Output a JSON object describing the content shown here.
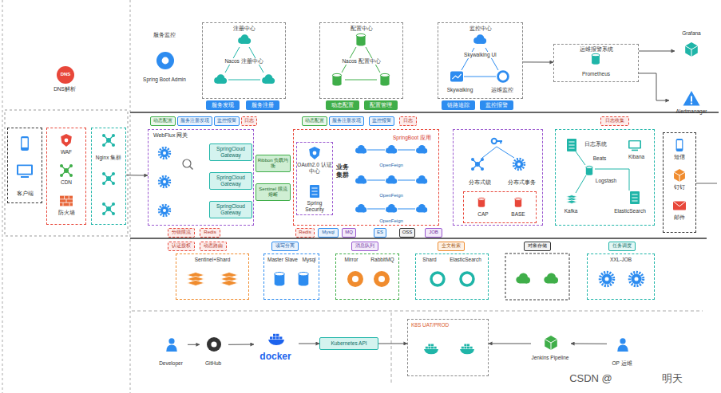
{
  "diagram": {
    "nodes": [
      {
        "text": [
          "DNS解析"
        ]
      },
      {
        "text": [
          "客户端"
        ]
      },
      {
        "text": [
          "WAF",
          "CDN",
          "防火墙"
        ]
      },
      {
        "text": [
          "Nginx 集群"
        ]
      },
      {
        "text": [
          "服务监控",
          "Spring Boot Admin"
        ]
      },
      {
        "text": [
          "注册中心",
          "Nacos 注册中心"
        ]
      },
      {
        "text": [
          "服务发现"
        ]
      },
      {
        "text": [
          "服务注册"
        ]
      },
      {
        "text": [
          "配置中心",
          "Nacos 配置中心"
        ]
      },
      {
        "text": [
          "动态配置"
        ]
      },
      {
        "text": [
          "配置管理"
        ]
      },
      {
        "text": [
          "监控中心",
          "Skywalking UI",
          "Skywalking",
          "运维监控"
        ]
      },
      {
        "text": [
          "链路追踪"
        ]
      },
      {
        "text": [
          "监控报警"
        ]
      },
      {
        "text": [
          "运维报警系统",
          "Prometheus"
        ]
      },
      {
        "text": [
          "Grafana"
        ]
      },
      {
        "text": [
          "Alertmanager"
        ]
      },
      {
        "text": [
          "动态配置"
        ]
      },
      {
        "text": [
          "服务注册发现"
        ]
      },
      {
        "text": [
          "监控报警"
        ]
      },
      {
        "text": [
          "日志"
        ]
      },
      {
        "text": [
          "动态配置"
        ]
      },
      {
        "text": [
          "服务注册发现"
        ]
      },
      {
        "text": [
          "监控报警"
        ]
      },
      {
        "text": [
          "日志"
        ]
      },
      {
        "text": [
          "日志收集"
        ]
      },
      {
        "text": [
          "WebFlux 网关"
        ]
      },
      {
        "text": [
          "SpringCloud Gateway"
        ],
        "in": 26
      },
      {
        "text": [
          "SpringCloud Gateway"
        ],
        "in": 26
      },
      {
        "text": [
          "SpringCloud Gateway"
        ],
        "in": 26
      },
      {
        "text": [
          "Ribbon 负载均衡"
        ]
      },
      {
        "text": [
          "Sentinel 限流熔断"
        ]
      },
      {
        "text": [
          "业务集群",
          "SpringBoot 应用"
        ]
      },
      {
        "text": [
          "OAuth2.0 认证中心",
          "Spring Security"
        ],
        "in": 32
      },
      {
        "text": [
          "分布式锁",
          "分布式事务"
        ]
      },
      {
        "text": [
          "CAP",
          "BASE"
        ],
        "in": 34
      },
      {
        "text": [
          "日志系统",
          "Beats",
          "Logstash",
          "Kibana",
          "Kafka",
          "ElasticSearch"
        ]
      },
      {
        "text": [
          "短信",
          "钉钉",
          "邮件"
        ]
      },
      {
        "text": [
          "分级限流"
        ]
      },
      {
        "text": [
          "Redis"
        ]
      },
      {
        "text": [
          "认证授权"
        ]
      },
      {
        "text": [
          "动态路由"
        ]
      },
      {
        "text": [
          "Redis"
        ]
      },
      {
        "text": [
          "Mysql"
        ]
      },
      {
        "text": [
          "MQ"
        ]
      },
      {
        "text": [
          "ES"
        ]
      },
      {
        "text": [
          "OSS"
        ]
      },
      {
        "text": [
          "JOB"
        ]
      },
      {
        "text": [
          "读写分离"
        ]
      },
      {
        "text": [
          "消息队列"
        ]
      },
      {
        "text": [
          "全文检索"
        ]
      },
      {
        "text": [
          "对象存储"
        ]
      },
      {
        "text": [
          "任务调度"
        ]
      },
      {
        "text": [
          "Sentinel+Shard"
        ]
      },
      {
        "text": [
          "Master Slave",
          "Mysql"
        ]
      },
      {
        "text": [
          "Mirror",
          "RabbitMQ"
        ]
      },
      {
        "text": [
          "Shard",
          "ElasticSearch"
        ]
      },
      {
        "text": [
          "XXL-JOB"
        ]
      },
      {
        "text": [
          "Developer"
        ]
      },
      {
        "text": [
          "GitHub"
        ]
      },
      {
        "text": [
          "docker"
        ]
      },
      {
        "text": [
          "Kubernetes API"
        ]
      },
      {
        "text": [
          "K8S UAT/PROD"
        ]
      },
      {
        "text": [
          "Jenkins Pipeline"
        ]
      },
      {
        "text": [
          "OP 运维"
        ]
      }
    ],
    "edges": [
      {
        "from": 3,
        "to": 26,
        "arrow": "to"
      },
      {
        "from": 11,
        "to": 14,
        "arrow": "to"
      },
      {
        "from": 14,
        "to": 15,
        "arrow": "to"
      },
      {
        "from": 14,
        "to": 16,
        "arrow": "to"
      },
      {
        "from": 58,
        "to": 59,
        "arrow": "to"
      },
      {
        "from": 59,
        "to": 60,
        "arrow": "to"
      },
      {
        "from": 60,
        "to": 61,
        "arrow": "to"
      },
      {
        "from": 61,
        "to": 62,
        "arrow": "to"
      },
      {
        "from": 63,
        "to": 62,
        "arrow": "to"
      },
      {
        "from": 64,
        "to": 63,
        "arrow": "to"
      }
    ],
    "labels": [
      "DNS",
      "OpenFeign",
      "OpenFeign",
      "OpenFeign",
      "CSDN @",
      "明天"
    ]
  }
}
